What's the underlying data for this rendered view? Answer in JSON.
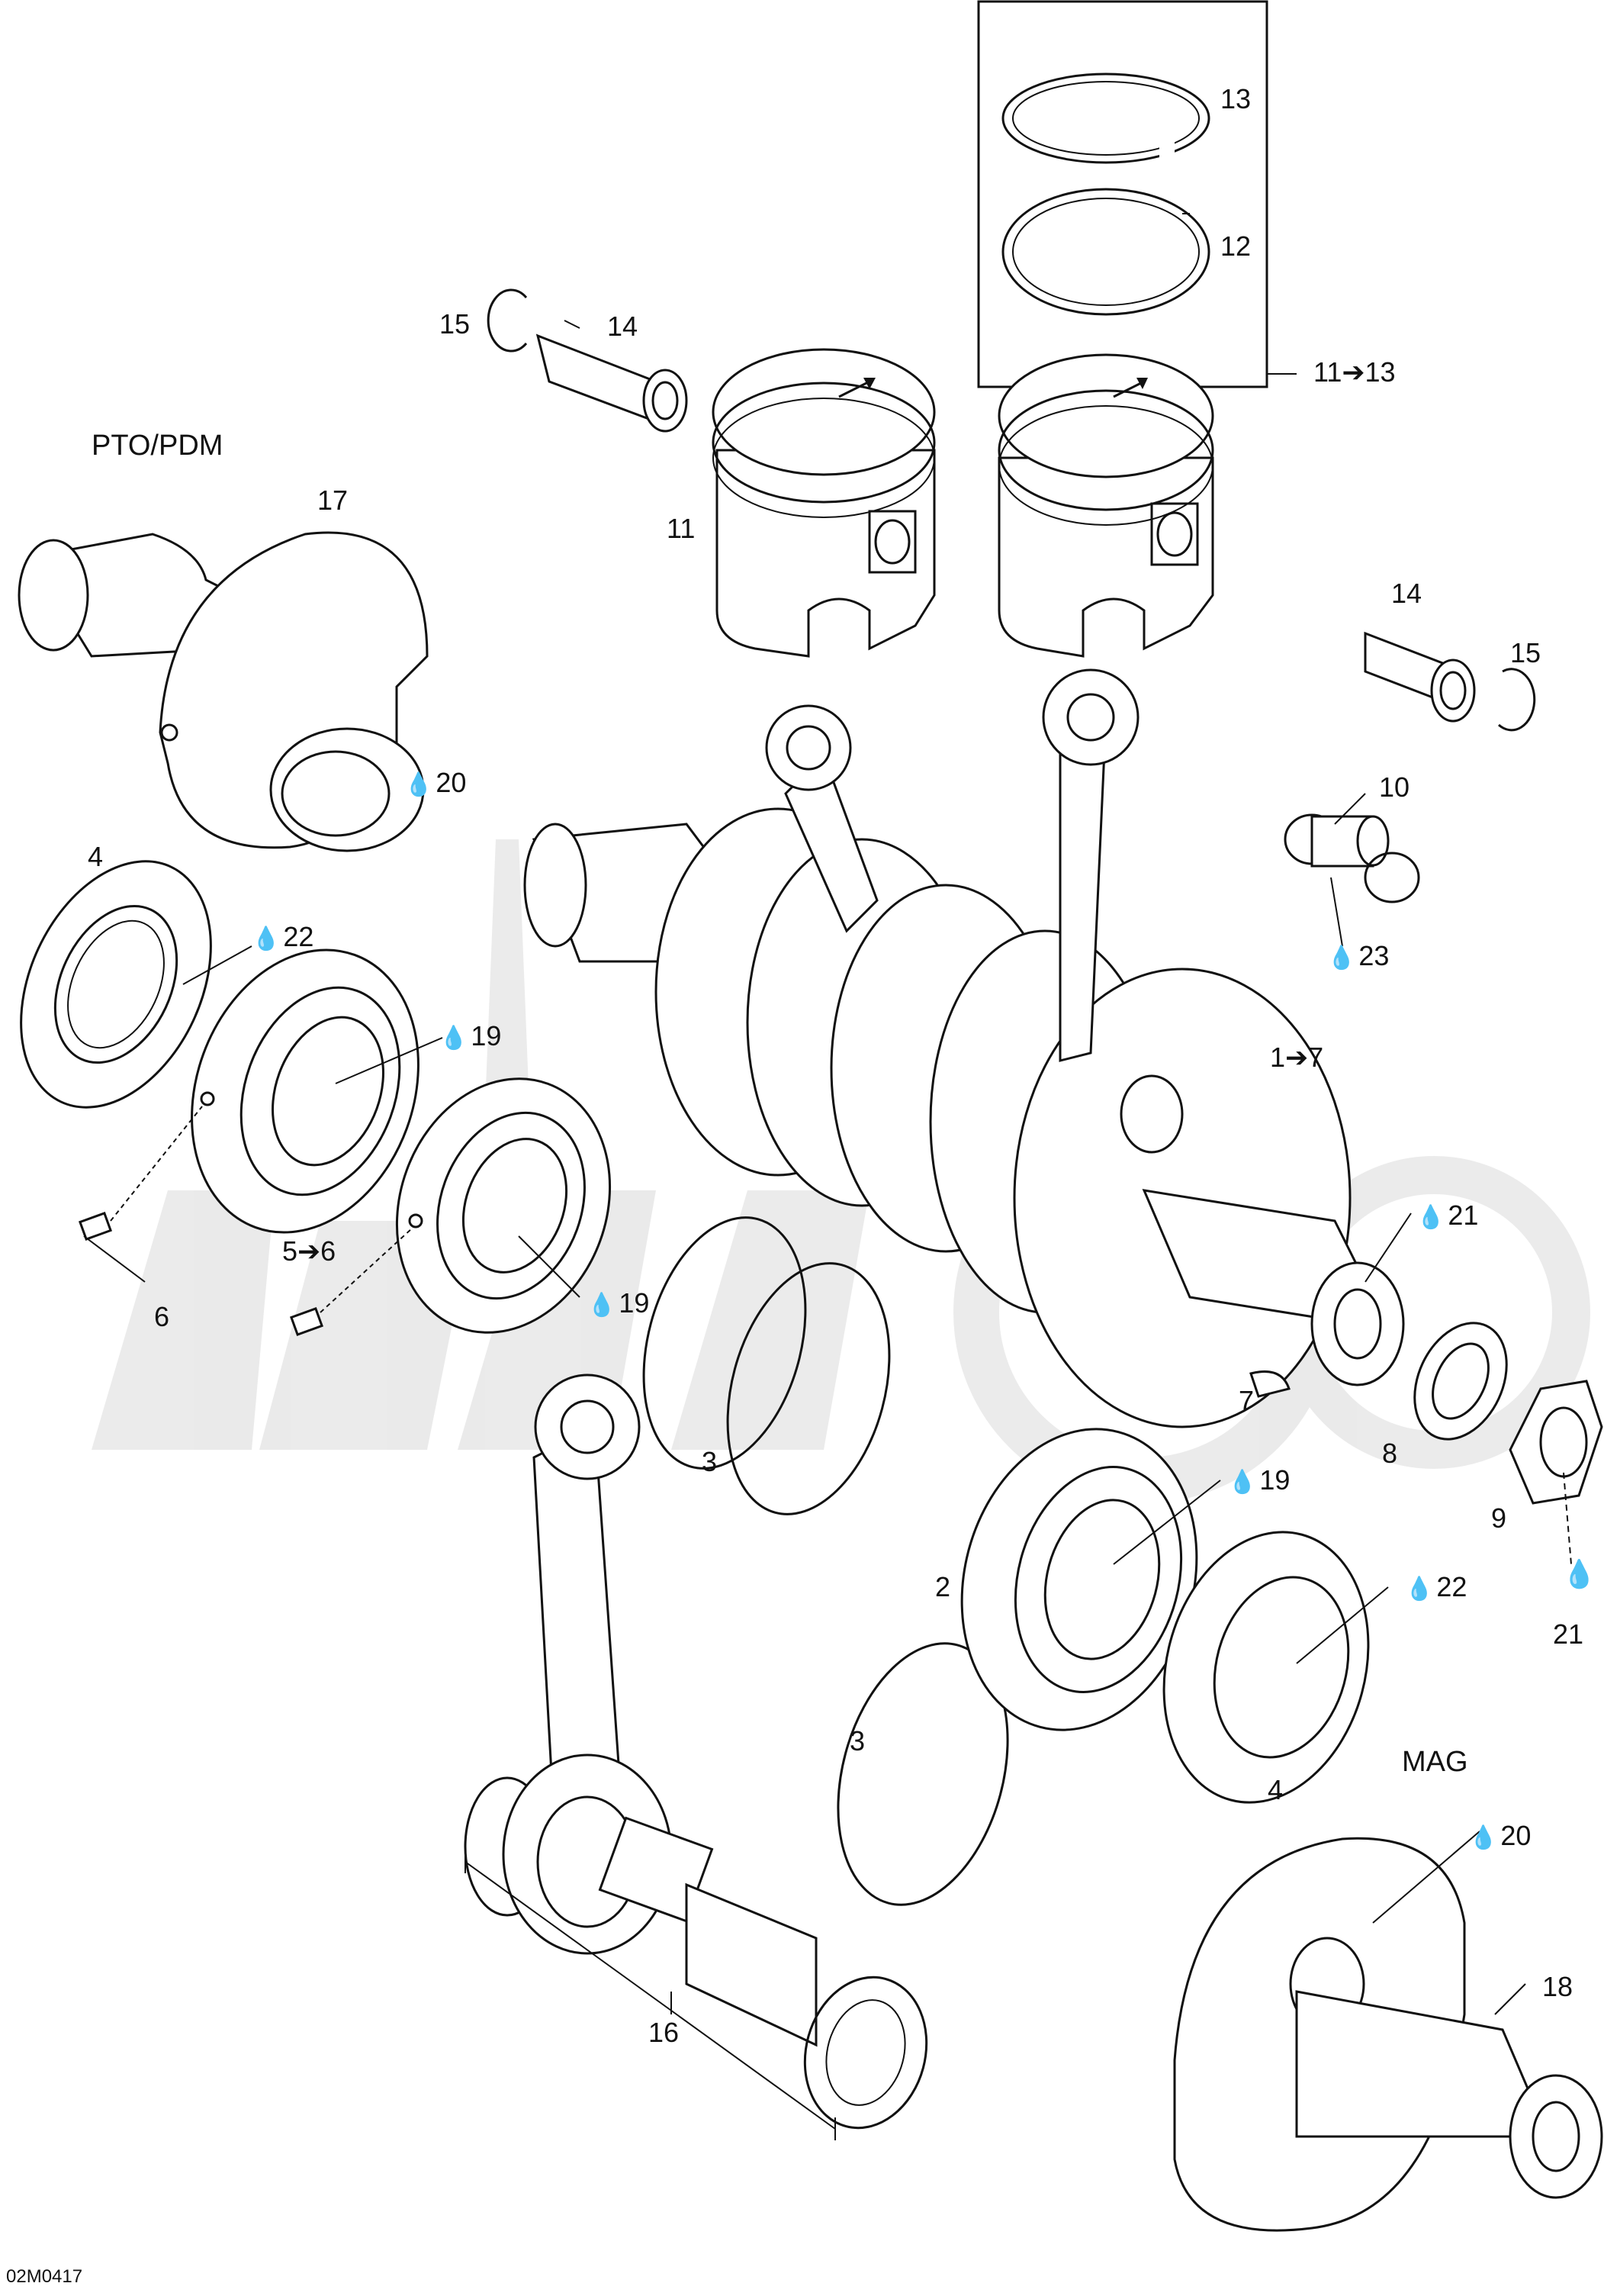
{
  "labels": {
    "pto": "PTO/PDM",
    "mag": "MAG",
    "code": "02M0417",
    "l13": "13",
    "l12": "12",
    "l11to13": "11➔13",
    "l15a": "15",
    "l14a": "14",
    "l11": "11",
    "l17": "17",
    "l20a": "20",
    "l14b": "14",
    "l15b": "15",
    "l10": "10",
    "l23": "23",
    "l4a": "4",
    "l22a": "22",
    "l19a": "19",
    "l1to7": "1➔7",
    "l5to6": "5➔6",
    "l6": "6",
    "l19b": "19",
    "l21a": "21",
    "l3a": "3",
    "l7": "7",
    "l8": "8",
    "l9": "9",
    "l19c": "19",
    "l2": "2",
    "l22b": "22",
    "l21b": "21",
    "l3b": "3",
    "l4b": "4",
    "l20b": "20",
    "l18": "18",
    "l16": "16"
  },
  "icons": {
    "oil_drop": "oil-drop-icon"
  }
}
